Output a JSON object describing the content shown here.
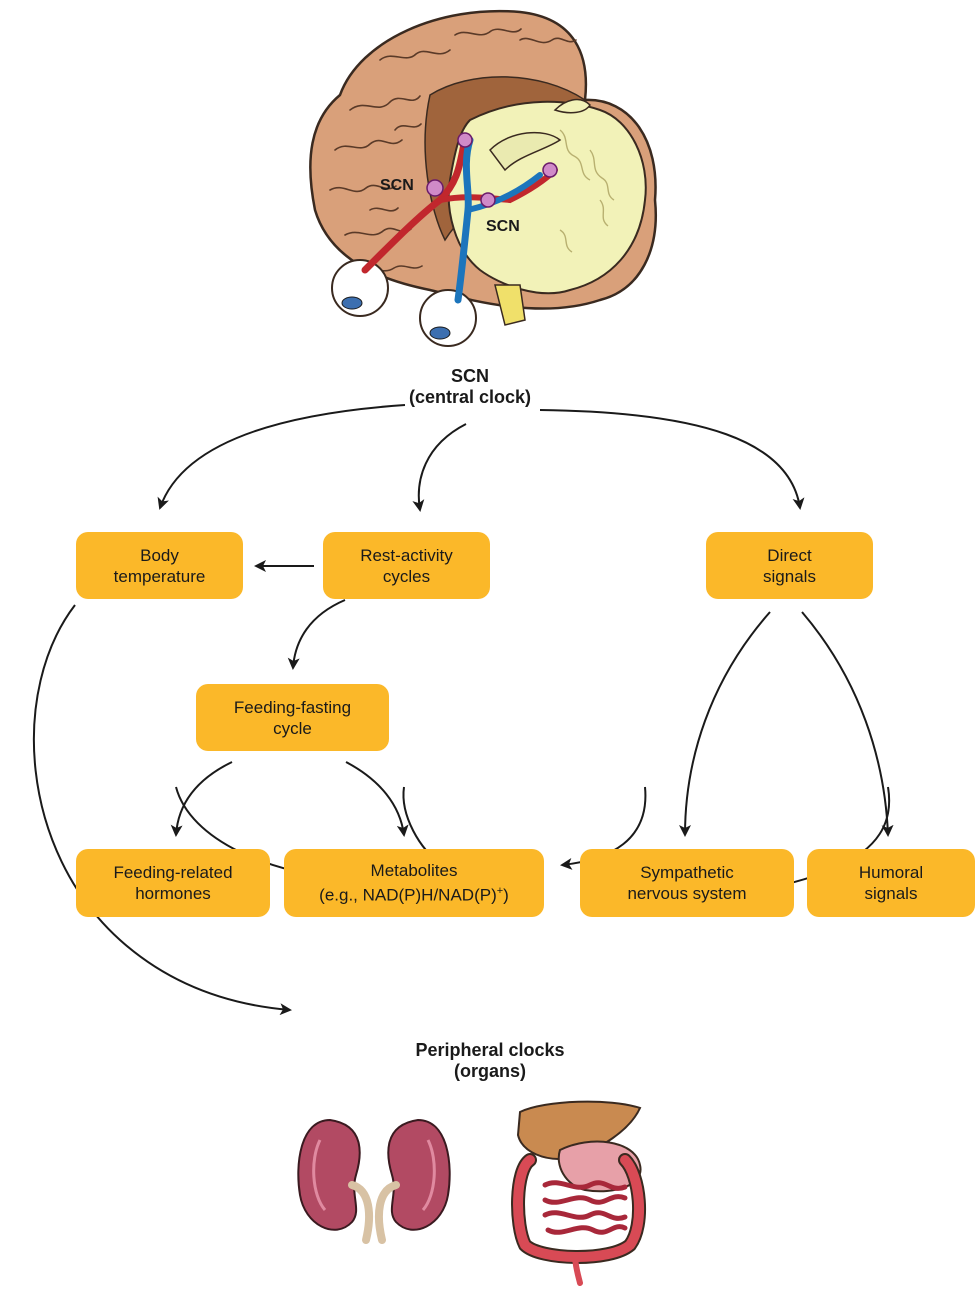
{
  "brain": {
    "scn_label_left": "SCN",
    "scn_label_right": "SCN"
  },
  "central": {
    "line1": "SCN",
    "line2": "(central clock)"
  },
  "boxes": {
    "body_temperature": {
      "line1": "Body",
      "line2": "temperature"
    },
    "rest_activity": {
      "line1": "Rest-activity",
      "line2": "cycles"
    },
    "direct_signals": {
      "line1": "Direct",
      "line2": "signals"
    },
    "feeding_fasting": {
      "line1": "Feeding-fasting",
      "line2": "cycle"
    },
    "feeding_hormones": {
      "line1": "Feeding-related",
      "line2": "hormones"
    },
    "metabolites": {
      "line1": "Metabolites",
      "line2_prefix": "(e.g., NAD(P)H/NAD(P)",
      "line2_sup": "+",
      "line2_suffix": ")"
    },
    "sympathetic": {
      "line1": "Sympathetic",
      "line2": "nervous system"
    },
    "humoral": {
      "line1": "Humoral",
      "line2": "signals"
    }
  },
  "peripheral": {
    "line1": "Peripheral clocks",
    "line2": "(organs)"
  },
  "colors": {
    "box_fill": "#fbb829",
    "neural_red": "#c1272d",
    "neural_blue": "#1c75bc",
    "brain_tan": "#d9a07a",
    "cerebellum": "#f2f2b8"
  }
}
